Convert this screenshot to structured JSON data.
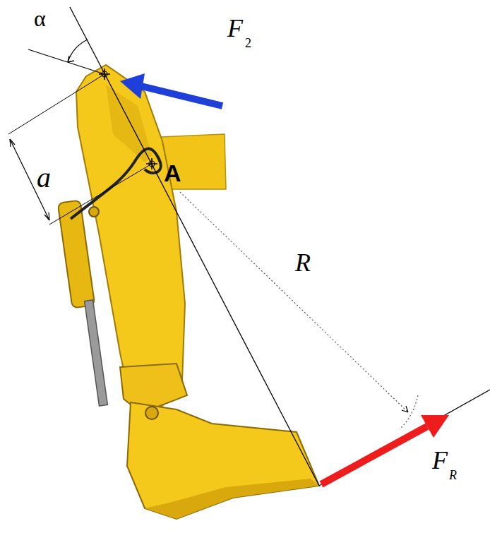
{
  "diagram": {
    "labels": [
      "α",
      "F",
      "2",
      "a",
      "A",
      "R",
      "F",
      "R"
    ]
  }
}
